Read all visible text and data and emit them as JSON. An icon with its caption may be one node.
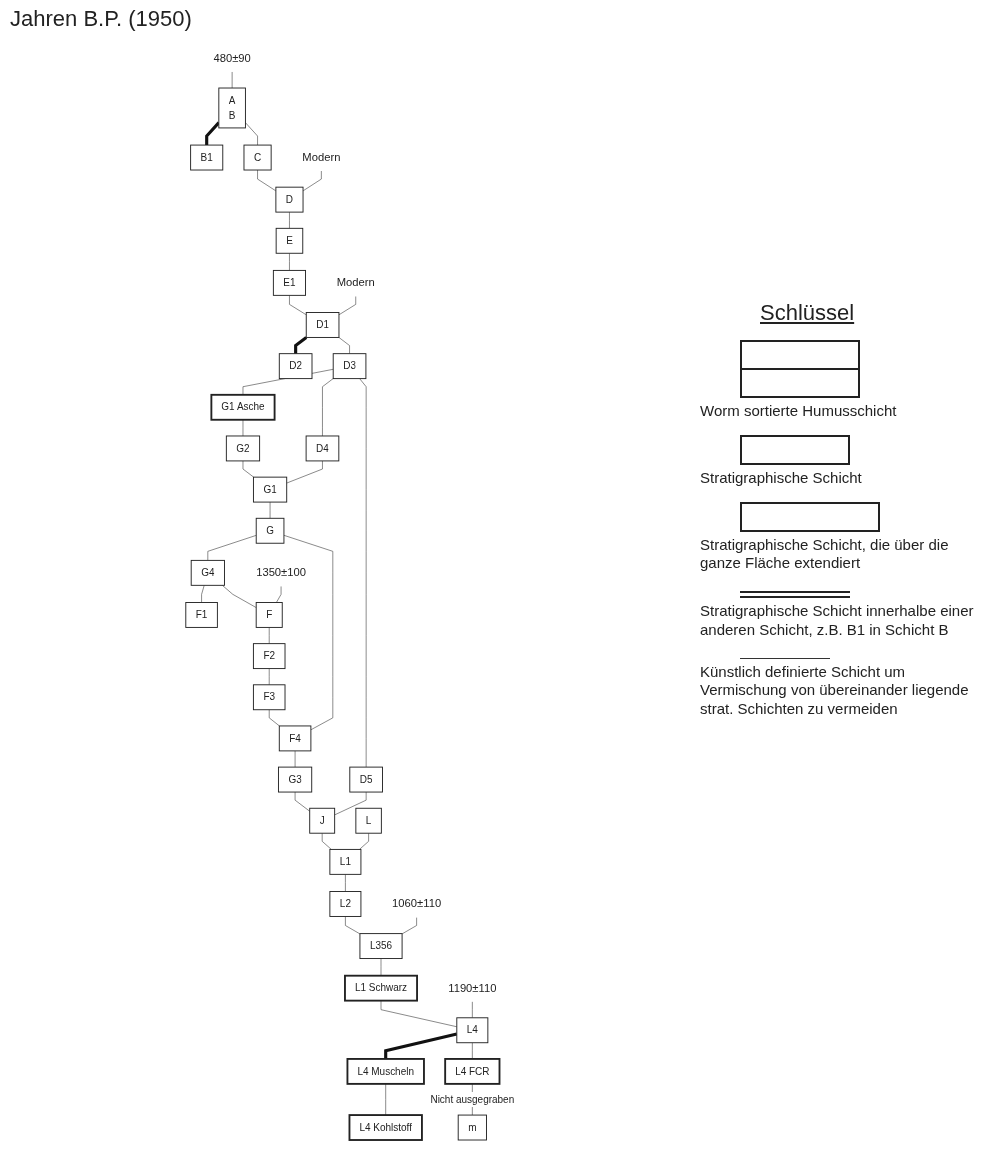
{
  "diagram": {
    "title": "Jahren B.P. (1950)",
    "nodes": [
      {
        "text": [
          "480±90"
        ]
      },
      {
        "text": [
          "A",
          "B"
        ]
      },
      {
        "text": [
          "B1"
        ]
      },
      {
        "text": [
          "C"
        ]
      },
      {
        "text": [
          "Modern"
        ]
      },
      {
        "text": [
          "D"
        ]
      },
      {
        "text": [
          "E"
        ]
      },
      {
        "text": [
          "E1"
        ]
      },
      {
        "text": [
          "Modern"
        ]
      },
      {
        "text": [
          "D1"
        ]
      },
      {
        "text": [
          "D2"
        ]
      },
      {
        "text": [
          "D3"
        ]
      },
      {
        "text": [
          "G1 Asche"
        ]
      },
      {
        "text": [
          "D4"
        ]
      },
      {
        "text": [
          "D5"
        ]
      },
      {
        "text": [
          "G2"
        ]
      },
      {
        "text": [
          "G1"
        ]
      },
      {
        "text": [
          "G4"
        ]
      },
      {
        "text": [
          "G"
        ]
      },
      {
        "text": [
          "F1"
        ]
      },
      {
        "text": [
          "1350±100"
        ]
      },
      {
        "text": [
          "F"
        ]
      },
      {
        "text": [
          "F2"
        ]
      },
      {
        "text": [
          "F3"
        ]
      },
      {
        "text": [
          "F4"
        ]
      },
      {
        "text": [
          "G3"
        ]
      },
      {
        "text": [
          "J"
        ]
      },
      {
        "text": [
          "L"
        ]
      },
      {
        "text": [
          "L1"
        ]
      },
      {
        "text": [
          "L2"
        ]
      },
      {
        "text": [
          "1060±110"
        ]
      },
      {
        "text": [
          "L356"
        ]
      },
      {
        "text": [
          "L1 Schwarz"
        ]
      },
      {
        "text": [
          "1190±110"
        ]
      },
      {
        "text": [
          "L4"
        ]
      },
      {
        "text": [
          "L4 Muscheln"
        ]
      },
      {
        "text": [
          "L4 Kohlstoff"
        ]
      },
      {
        "text": [
          "L4 FCR"
        ]
      },
      {
        "text": [
          "m"
        ]
      }
    ],
    "edges": [
      {
        "from": 0,
        "to": 1,
        "arrow": "none"
      },
      {
        "from": 1,
        "to": 2,
        "arrow": "none",
        "style": "thick"
      },
      {
        "from": 1,
        "to": 3,
        "arrow": "none"
      },
      {
        "from": 4,
        "to": 5,
        "arrow": "none"
      },
      {
        "from": 3,
        "to": 5,
        "arrow": "none"
      },
      {
        "from": 5,
        "to": 6,
        "arrow": "none"
      },
      {
        "from": 6,
        "to": 7,
        "arrow": "none"
      },
      {
        "from": 7,
        "to": 9,
        "arrow": "none"
      },
      {
        "from": 8,
        "to": 9,
        "arrow": "none"
      },
      {
        "from": 9,
        "to": 10,
        "arrow": "none",
        "style": "thick"
      },
      {
        "from": 9,
        "to": 11,
        "arrow": "none"
      },
      {
        "from": 11,
        "to": 12,
        "arrow": "none"
      },
      {
        "from": 11,
        "to": 13,
        "arrow": "none"
      },
      {
        "from": 11,
        "to": 14,
        "arrow": "none"
      },
      {
        "from": 12,
        "to": 15,
        "arrow": "none"
      },
      {
        "from": 15,
        "to": 16,
        "arrow": "none"
      },
      {
        "from": 13,
        "to": 16,
        "arrow": "none"
      },
      {
        "from": 16,
        "to": 18,
        "arrow": "none"
      },
      {
        "from": 18,
        "to": 17,
        "arrow": "none"
      },
      {
        "from": 17,
        "to": 19,
        "arrow": "none"
      },
      {
        "from": 17,
        "to": 21,
        "arrow": "none"
      },
      {
        "from": 20,
        "to": 21,
        "arrow": "none"
      },
      {
        "from": 21,
        "to": 22,
        "arrow": "none"
      },
      {
        "from": 22,
        "to": 23,
        "arrow": "none"
      },
      {
        "from": 23,
        "to": 24,
        "arrow": "none"
      },
      {
        "from": 18,
        "to": 24,
        "arrow": "none"
      },
      {
        "from": 24,
        "to": 25,
        "arrow": "none"
      },
      {
        "from": 14,
        "to": 26,
        "arrow": "none"
      },
      {
        "from": 25,
        "to": 26,
        "arrow": "none"
      },
      {
        "from": 26,
        "to": 28,
        "arrow": "none"
      },
      {
        "from": 27,
        "to": 28,
        "arrow": "none"
      },
      {
        "from": 28,
        "to": 29,
        "arrow": "none"
      },
      {
        "from": 29,
        "to": 31,
        "arrow": "none"
      },
      {
        "from": 30,
        "to": 31,
        "arrow": "none"
      },
      {
        "from": 31,
        "to": 32,
        "arrow": "none"
      },
      {
        "from": 32,
        "to": 34,
        "arrow": "none"
      },
      {
        "from": 33,
        "to": 34,
        "arrow": "none"
      },
      {
        "from": 34,
        "to": 35,
        "arrow": "none",
        "style": "thick"
      },
      {
        "from": 35,
        "to": 36,
        "arrow": "none"
      },
      {
        "from": 34,
        "to": 37,
        "arrow": "none"
      },
      {
        "from": 37,
        "to": 38,
        "label": "Nicht ausgegraben",
        "arrow": "none"
      }
    ],
    "labels": [
      "Schlüssel"
    ],
    "legend": [
      {
        "text": "Worm sortierte Humusschicht"
      },
      {
        "text": "Stratigraphische Schicht"
      },
      {
        "text": "Stratigraphische Schicht, die über die ganze Fläche extendiert"
      },
      {
        "text": "Stratigraphische Schicht innerhalbe einer anderen Schicht, z.B. B1 in Schicht B"
      },
      {
        "text": "Künstlich definierte Schicht um Vermischung von übereinander liegende strat. Schichten zu vermeiden"
      }
    ]
  }
}
